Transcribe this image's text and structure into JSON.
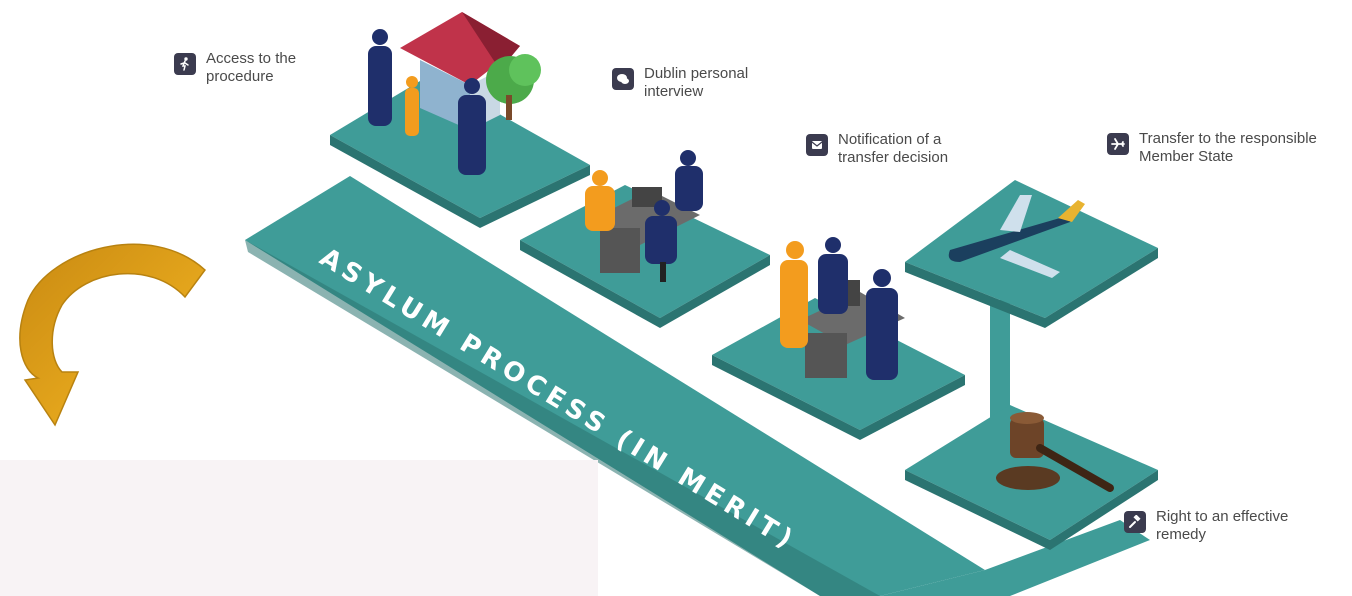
{
  "steps": [
    {
      "label": "Access to the\nprocedure",
      "icon": "walking-person-icon"
    },
    {
      "label": "Dublin personal\ninterview",
      "icon": "speech-bubble-icon"
    },
    {
      "label": "Notification of a\ntransfer decision",
      "icon": "envelope-icon"
    },
    {
      "label": "Transfer to the responsible\nMember State",
      "icon": "airplane-icon"
    },
    {
      "label": "Right to an effective\nremedy",
      "icon": "gavel-icon"
    }
  ],
  "path_label": "ASYLUM PROCESS (IN MERIT)",
  "colors": {
    "platform": "#3f9c98",
    "platform_dark": "#2b7471",
    "figure_navy": "#1f2f6b",
    "figure_orange": "#f39c1e",
    "arrow_gold": "#e9a81b",
    "panel_bg": "#f8f3f5",
    "icon_bg": "#3b3b4f"
  }
}
